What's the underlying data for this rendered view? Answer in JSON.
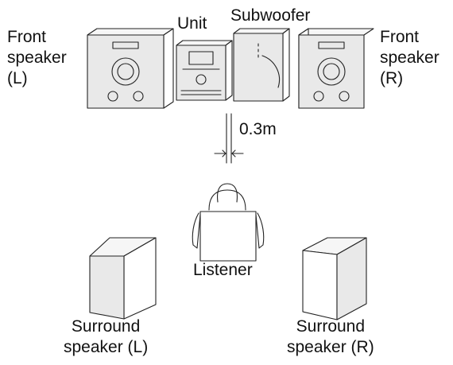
{
  "labels": {
    "unit": "Unit",
    "subwoofer": "Subwoofer",
    "front_left": [
      "Front",
      "speaker",
      "(L)"
    ],
    "front_right": [
      "Front",
      "speaker",
      "(R)"
    ],
    "distance": "0.3m",
    "listener": "Listener",
    "surround_left": [
      "Surround",
      "speaker (L)"
    ],
    "surround_right": [
      "Surround",
      "speaker (R)"
    ]
  }
}
